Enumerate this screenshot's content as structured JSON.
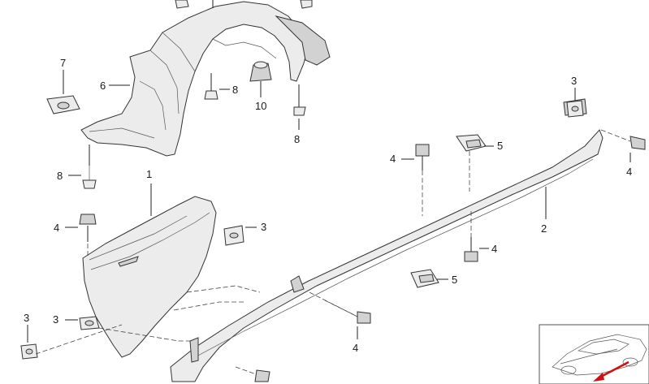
{
  "callouts": {
    "c7": "7",
    "c6": "6",
    "c8a": "8",
    "c10": "10",
    "c8b": "8",
    "c8c": "8",
    "c3a": "3",
    "c5a": "5",
    "c4a": "4",
    "c4b": "4",
    "c1": "1",
    "c4c": "4",
    "c3b": "3",
    "c2": "2",
    "c4d": "4",
    "c5b": "5",
    "c3c": "3",
    "c3d": "3",
    "c4e": "4"
  },
  "thumbnail": {
    "icon": "car-outline-icon",
    "arrow_color": "#d01010"
  }
}
